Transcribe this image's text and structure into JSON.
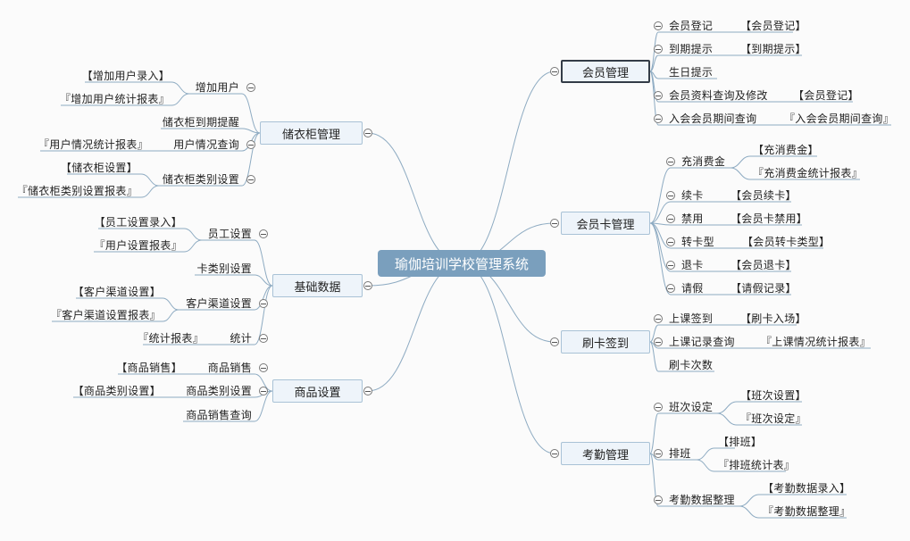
{
  "root": "瑜伽培训学校管理系统",
  "right": [
    {
      "title": "会员管理",
      "items": [
        {
          "label": "会员登记",
          "report": "【会员登记】"
        },
        {
          "label": "到期提示",
          "report": "【到期提示】"
        },
        {
          "label": "生日提示"
        },
        {
          "label": "会员资料查询及修改",
          "report": "【会员登记】"
        },
        {
          "label": "入会会员期间查询",
          "report": "『入会会员期间查询』"
        }
      ]
    },
    {
      "title": "会员卡管理",
      "items": [
        {
          "label": "充消费金",
          "reports": [
            "【充消费金】",
            "『充消费金统计报表』"
          ]
        },
        {
          "label": "续卡",
          "report": "【会员续卡】"
        },
        {
          "label": "禁用",
          "report": "【会员卡禁用】"
        },
        {
          "label": "转卡型",
          "report": "【会员转卡类型】"
        },
        {
          "label": "退卡",
          "report": "【会员退卡】"
        },
        {
          "label": "请假",
          "report": "【请假记录】"
        }
      ]
    },
    {
      "title": "刷卡签到",
      "items": [
        {
          "label": "上课签到",
          "report": "【刷卡入场】"
        },
        {
          "label": "上课记录查询",
          "report": "『上课情况统计报表』"
        },
        {
          "label": "刷卡次数"
        }
      ]
    },
    {
      "title": "考勤管理",
      "items": [
        {
          "label": "班次设定",
          "reports": [
            "【班次设置】",
            "『班次设定』"
          ]
        },
        {
          "label": "排班",
          "reports": [
            "【排班】",
            "『排班统计表』"
          ]
        },
        {
          "label": "考勤数据整理",
          "reports": [
            "【考勤数据录入】",
            "『考勤数据整理』"
          ]
        }
      ]
    }
  ],
  "left": [
    {
      "title": "储衣柜管理",
      "items": [
        {
          "label": "增加用户",
          "reports": [
            "【增加用户录入】",
            "『增加用户统计报表』"
          ]
        },
        {
          "label": "储衣柜到期提醒"
        },
        {
          "label": "用户情况查询",
          "report": "『用户情况统计报表』"
        },
        {
          "label": "储衣柜类别设置",
          "reports": [
            "【储衣柜设置】",
            "『储衣柜类别设置报表』"
          ]
        }
      ]
    },
    {
      "title": "基础数据",
      "items": [
        {
          "label": "员工设置",
          "reports": [
            "【员工设置录入】",
            "『用户设置报表』"
          ]
        },
        {
          "label": "卡类别设置"
        },
        {
          "label": "客户渠道设置",
          "reports": [
            "【客户渠道设置】",
            "『客户渠道设置报表』"
          ]
        },
        {
          "label": "统计",
          "report": "『统计报表』"
        }
      ]
    },
    {
      "title": "商品设置",
      "items": [
        {
          "label": "商品销售",
          "report": "【商品销售】"
        },
        {
          "label": "商品类别设置",
          "report": "【商品类别设置】"
        },
        {
          "label": "商品销售查询"
        }
      ]
    }
  ]
}
